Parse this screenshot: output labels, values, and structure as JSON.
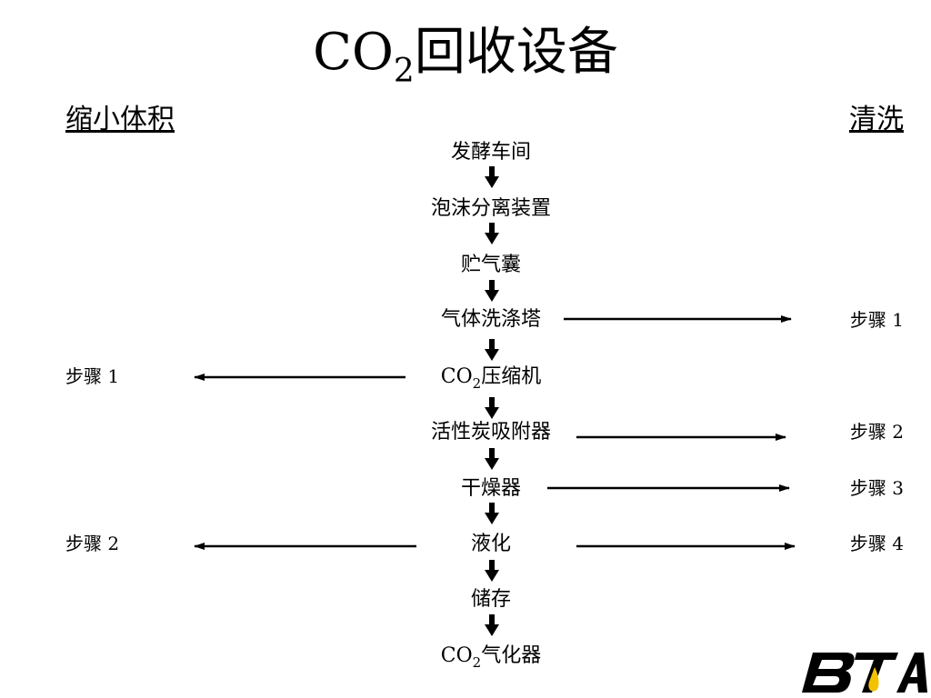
{
  "title": {
    "pre": "CO",
    "sub": "2",
    "post": "回收设备"
  },
  "headings": {
    "left": "缩小体积",
    "right": "清洗"
  },
  "flow": [
    {
      "pre": "发酵车间",
      "sub": "",
      "post": ""
    },
    {
      "pre": "泡沫分离装置",
      "sub": "",
      "post": ""
    },
    {
      "pre": "贮气囊",
      "sub": "",
      "post": ""
    },
    {
      "pre": "气体洗涤塔",
      "sub": "",
      "post": ""
    },
    {
      "pre": "CO",
      "sub": "2",
      "post": "压缩机"
    },
    {
      "pre": "活性炭吸附器",
      "sub": "",
      "post": ""
    },
    {
      "pre": "干燥器",
      "sub": "",
      "post": ""
    },
    {
      "pre": "液化",
      "sub": "",
      "post": ""
    },
    {
      "pre": "储存",
      "sub": "",
      "post": ""
    },
    {
      "pre": "CO",
      "sub": "2",
      "post": "气化器"
    }
  ],
  "left_steps": [
    "步骤 1",
    "步骤 2"
  ],
  "right_steps": [
    "步骤 1",
    "步骤 2",
    "步骤 3",
    "步骤 4"
  ],
  "logo": {
    "text": "BTA",
    "icon": "bta-logo",
    "accent_color": "#f2c200"
  }
}
